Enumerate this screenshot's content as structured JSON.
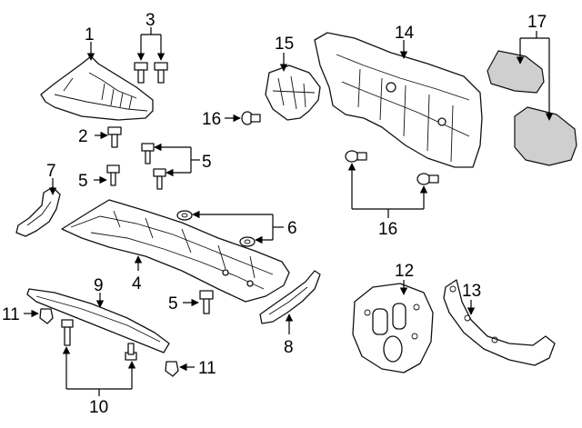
{
  "diagram": {
    "callouts": {
      "c1": "1",
      "c2": "2",
      "c3": "3",
      "c4": "4",
      "c5a": "5",
      "c5b": "5",
      "c5c": "5",
      "c6": "6",
      "c7": "7",
      "c8": "8",
      "c9": "9",
      "c10": "10",
      "c11a": "11",
      "c11b": "11",
      "c12": "12",
      "c13": "13",
      "c14": "14",
      "c15": "15",
      "c16a": "16",
      "c16b": "16",
      "c17": "17"
    }
  }
}
